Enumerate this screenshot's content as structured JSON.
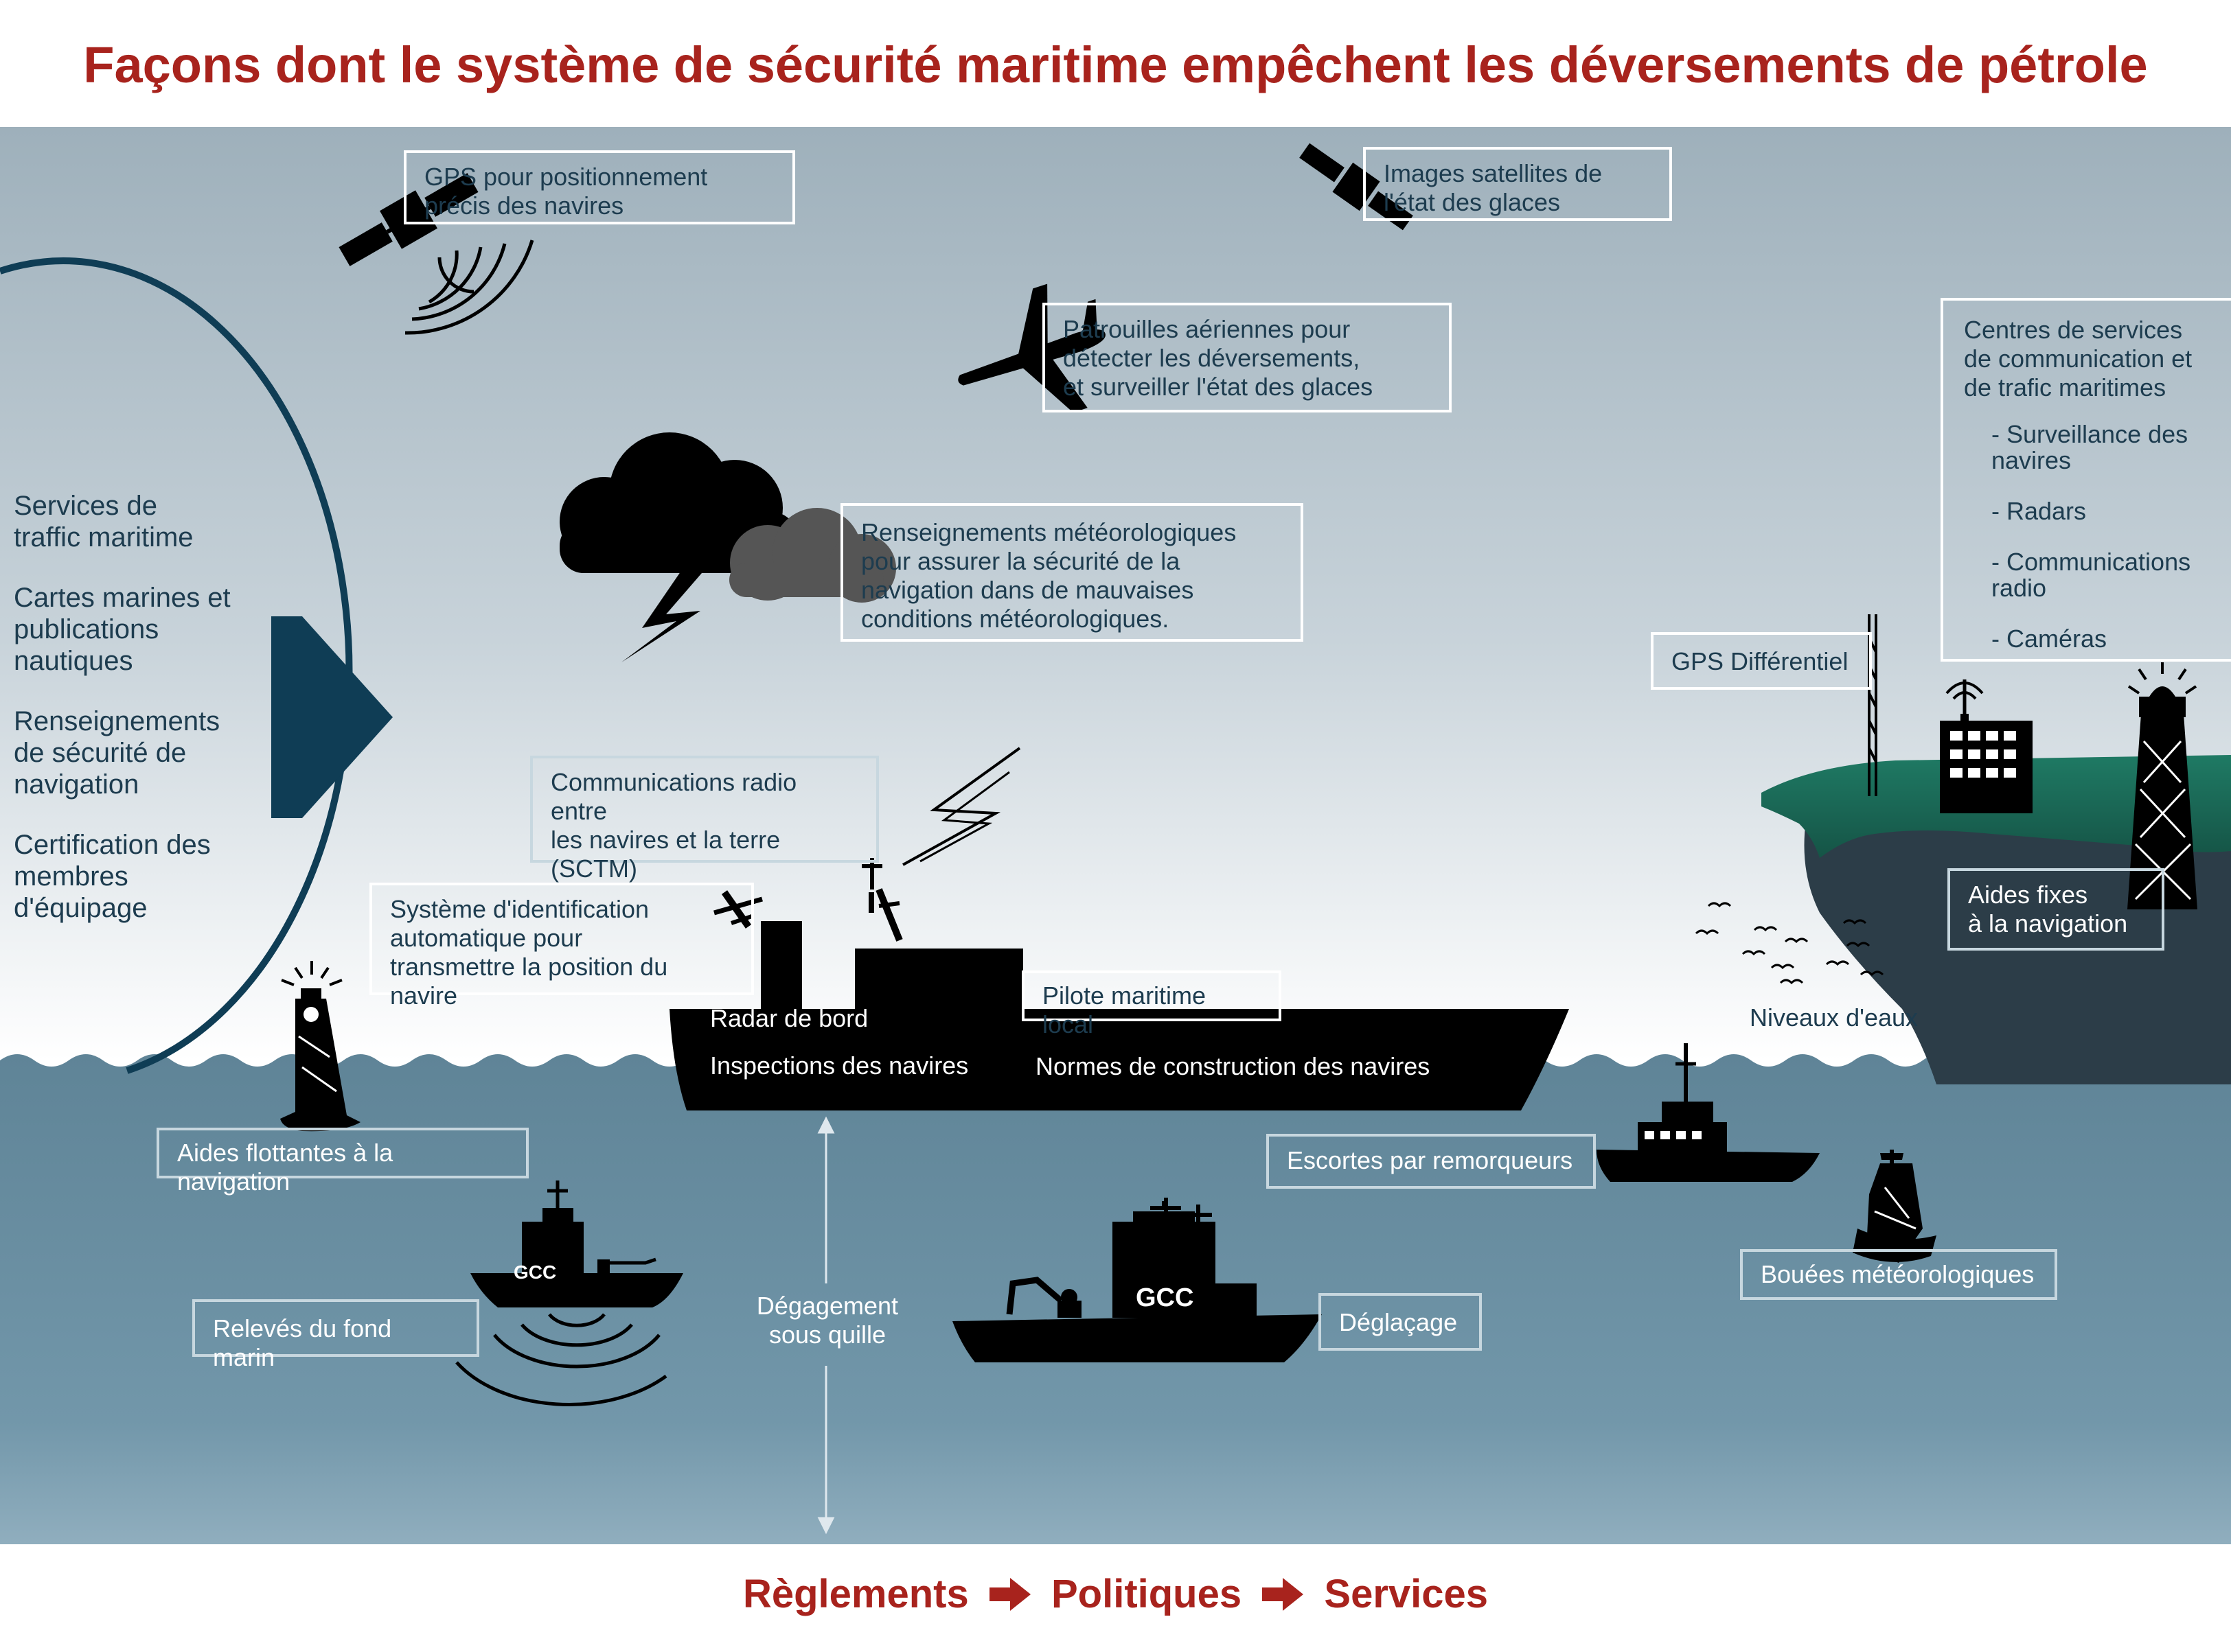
{
  "title": "Façons dont le système de sécurité maritime empêchent les déversements de pétrole",
  "colors": {
    "title": "#a8231d",
    "sky_top": "#9eb0bb",
    "sky_bottom": "#ffffff",
    "sea": "#6f93a6",
    "label_dark_text": "#1d3c4f",
    "arc_and_arrow": "#0f3d55",
    "land_green": "#1a6a5a",
    "cliff": "#2c3d48",
    "silhouette": "#000000"
  },
  "left_panel": {
    "items": [
      "Services de\ntraffic maritime",
      "Cartes marines et\npublications\nnautiques",
      "Renseignements\nde sécurité de\nnavigation",
      "Certification des\nmembres\nd'équipage"
    ]
  },
  "labels": {
    "gps": "GPS pour positionnement\nprécis des navires",
    "satellite_ice": "Images satellites de\nl'état des glaces",
    "air_patrol": "Patrouilles aériennes pour\ndétecter les déversements,\net surveiller l'état des glaces",
    "weather": "Renseignements météorologiques\npour assurer la sécurité de la\nnavigation dans de mauvaises\nconditions météorologiques.",
    "radio": "Communications radio entre\nles navires et la terre\n(SCTM)",
    "ais": "Système d'identification\nautomatique pour\ntransmettre la position du navire",
    "pilot": "Pilote maritime local",
    "dgps": "GPS Différentiel",
    "fixed_aids": "Aides fixes\nà la navigation",
    "water_levels": "Niveaux d'eaux",
    "floating_aids": "Aides flottantes à la navigation",
    "tug_escorts": "Escortes par remorqueurs",
    "weather_buoys": "Bouées météorologiques",
    "seabed_surveys": "Relevés du fond marin",
    "keel_clearance": "Dégagement\nsous quille",
    "icebreaking": "Déglaçage"
  },
  "ship_text": {
    "radar": "Radar de bord",
    "inspections": "Inspections des navires",
    "construction": "Normes de construction des navires"
  },
  "mcts": {
    "heading": "Centres de services\nde communication et\nde trafic maritimes",
    "items": [
      "- Surveillance des\n  navires",
      "- Radars",
      "- Communications\n  radio",
      "- Caméras"
    ]
  },
  "vessel_marks": {
    "survey_ship": "GCC",
    "icebreaker": "GCC"
  },
  "footer": {
    "items": [
      "Règlements",
      "Politiques",
      "Services"
    ]
  },
  "icons": [
    "satellite-icon",
    "airplane-icon",
    "storm-cloud-icon",
    "lightning-icon",
    "lighthouse-icon",
    "buoy-icon",
    "tugboat-icon",
    "tanker-icon",
    "coast-guard-ship-icon",
    "bird-icon",
    "antenna-tower-icon",
    "building-icon"
  ]
}
